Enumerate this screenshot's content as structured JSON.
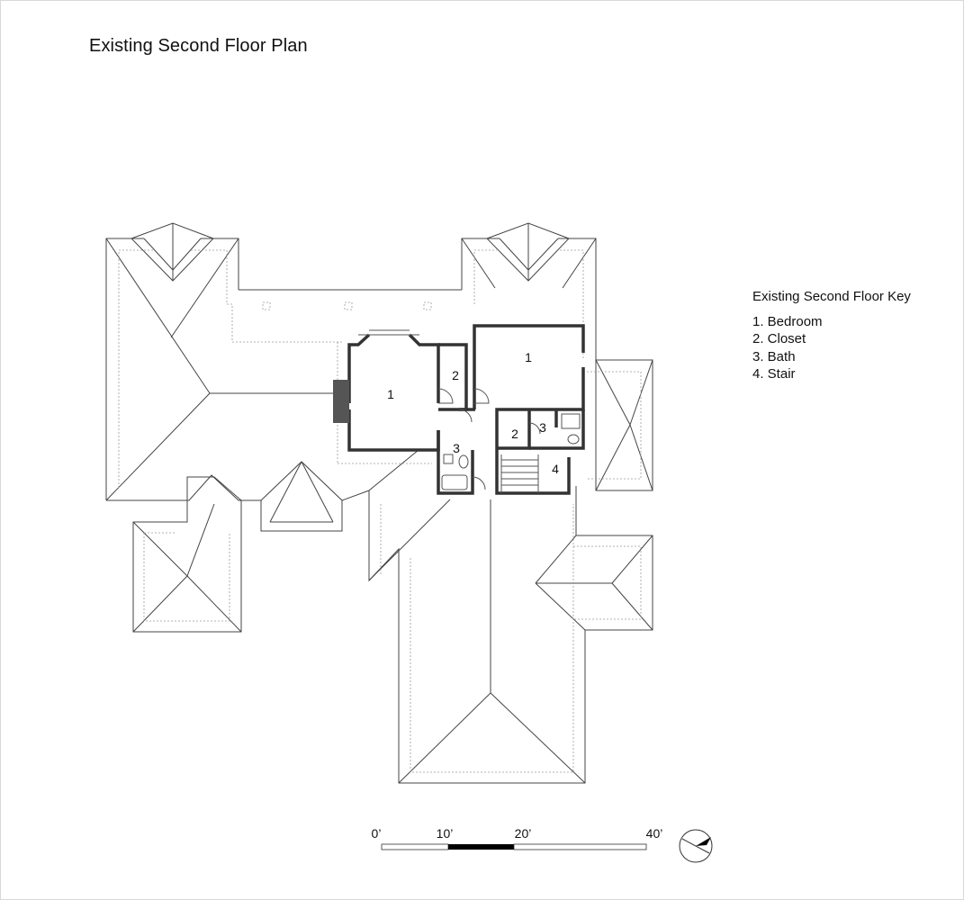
{
  "title": "Existing Second Floor Plan",
  "key": {
    "title": "Existing Second Floor Key",
    "items": [
      "1. Bedroom",
      "2. Closet",
      "3. Bath",
      "4. Stair"
    ]
  },
  "rooms": {
    "bedroom_left": "1",
    "closet_left": "2",
    "bedroom_right": "1",
    "bath_left": "3",
    "closet_mid": "2",
    "bath_right": "3",
    "stair": "4"
  },
  "scale": {
    "labels": [
      "0’",
      "10’",
      "20’",
      "40’"
    ]
  },
  "colors": {
    "line": "#444444",
    "wall": "#333333",
    "chimney": "#555555",
    "scale_fill": "#000000"
  }
}
